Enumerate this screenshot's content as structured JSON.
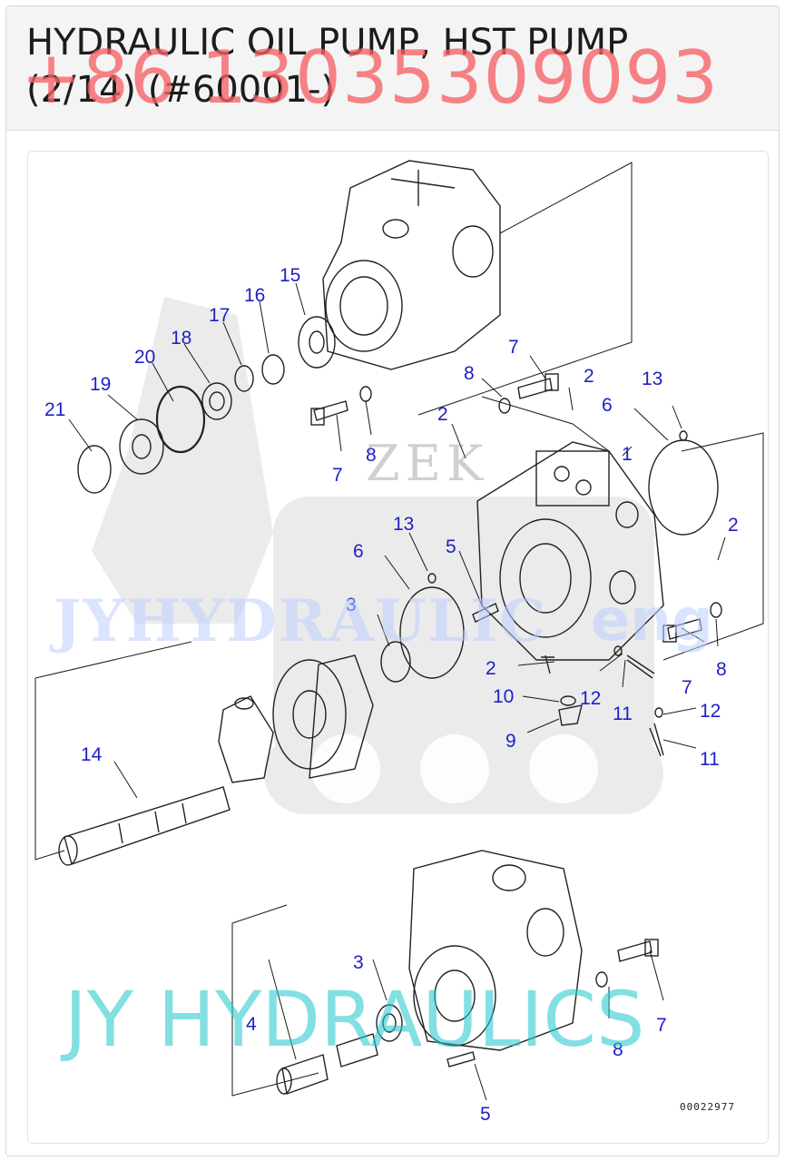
{
  "header": {
    "title_line1": "HYDRAULIC OIL PUMP, HST PUMP",
    "title_line2": "(2/14) (#60001-)",
    "phone_watermark": "+86 13035309093"
  },
  "diagram": {
    "drawing_code": "00022977",
    "watermarks": {
      "mid_brand": "JYHYDRAULIC",
      "mid_suffix": "eng",
      "center_mark": "ZEK",
      "bottom_brand": "JY HYDRAULICS"
    },
    "callouts": [
      {
        "id": "c1",
        "label": "1"
      },
      {
        "id": "c2a",
        "label": "2"
      },
      {
        "id": "c2b",
        "label": "2"
      },
      {
        "id": "c2c",
        "label": "2"
      },
      {
        "id": "c2d",
        "label": "2"
      },
      {
        "id": "c3a",
        "label": "3"
      },
      {
        "id": "c3b",
        "label": "3"
      },
      {
        "id": "c4",
        "label": "4"
      },
      {
        "id": "c5a",
        "label": "5"
      },
      {
        "id": "c5b",
        "label": "5"
      },
      {
        "id": "c6a",
        "label": "6"
      },
      {
        "id": "c6b",
        "label": "6"
      },
      {
        "id": "c7a",
        "label": "7"
      },
      {
        "id": "c7b",
        "label": "7"
      },
      {
        "id": "c7c",
        "label": "7"
      },
      {
        "id": "c7d",
        "label": "7"
      },
      {
        "id": "c7e",
        "label": "7"
      },
      {
        "id": "c8a",
        "label": "8"
      },
      {
        "id": "c8b",
        "label": "8"
      },
      {
        "id": "c8c",
        "label": "8"
      },
      {
        "id": "c8d",
        "label": "8"
      },
      {
        "id": "c9",
        "label": "9"
      },
      {
        "id": "c10",
        "label": "10"
      },
      {
        "id": "c11a",
        "label": "11"
      },
      {
        "id": "c11b",
        "label": "11"
      },
      {
        "id": "c12a",
        "label": "12"
      },
      {
        "id": "c12b",
        "label": "12"
      },
      {
        "id": "c13a",
        "label": "13"
      },
      {
        "id": "c13b",
        "label": "13"
      },
      {
        "id": "c14",
        "label": "14"
      },
      {
        "id": "c15",
        "label": "15"
      },
      {
        "id": "c16",
        "label": "16"
      },
      {
        "id": "c17",
        "label": "17"
      },
      {
        "id": "c18",
        "label": "18"
      },
      {
        "id": "c19",
        "label": "19"
      },
      {
        "id": "c20",
        "label": "20"
      },
      {
        "id": "c21",
        "label": "21"
      }
    ]
  }
}
